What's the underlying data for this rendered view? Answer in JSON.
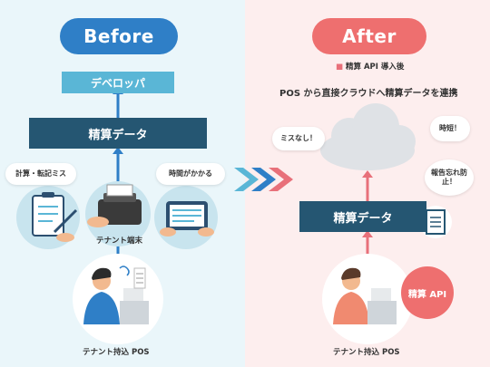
{
  "before": {
    "title": "Before",
    "developer": "デベロッパ",
    "settlement_data": "精算データ",
    "issue_calc": "計算・転記ミス",
    "issue_time": "時間がかかる",
    "tenant_terminal": "テナント端末",
    "tenant_pos": "テナント持込 POS"
  },
  "after": {
    "title": "After",
    "subtitle": "精算 API 導入後",
    "headline": "POS から直接クラウドへ精算データを連携",
    "no_mistakes": "ミスなし！",
    "time_saving": "時短！",
    "no_forget": "報告忘れ防止！",
    "settlement_data": "精算データ",
    "api_label": "精算 API",
    "tenant_pos": "テナント持込 POS"
  },
  "colors": {
    "navy": "#255672",
    "blue": "#2f7fc7",
    "light_blue": "#5ab6d6",
    "coral": "#ee6f6f",
    "red_line": "#e8707a"
  }
}
